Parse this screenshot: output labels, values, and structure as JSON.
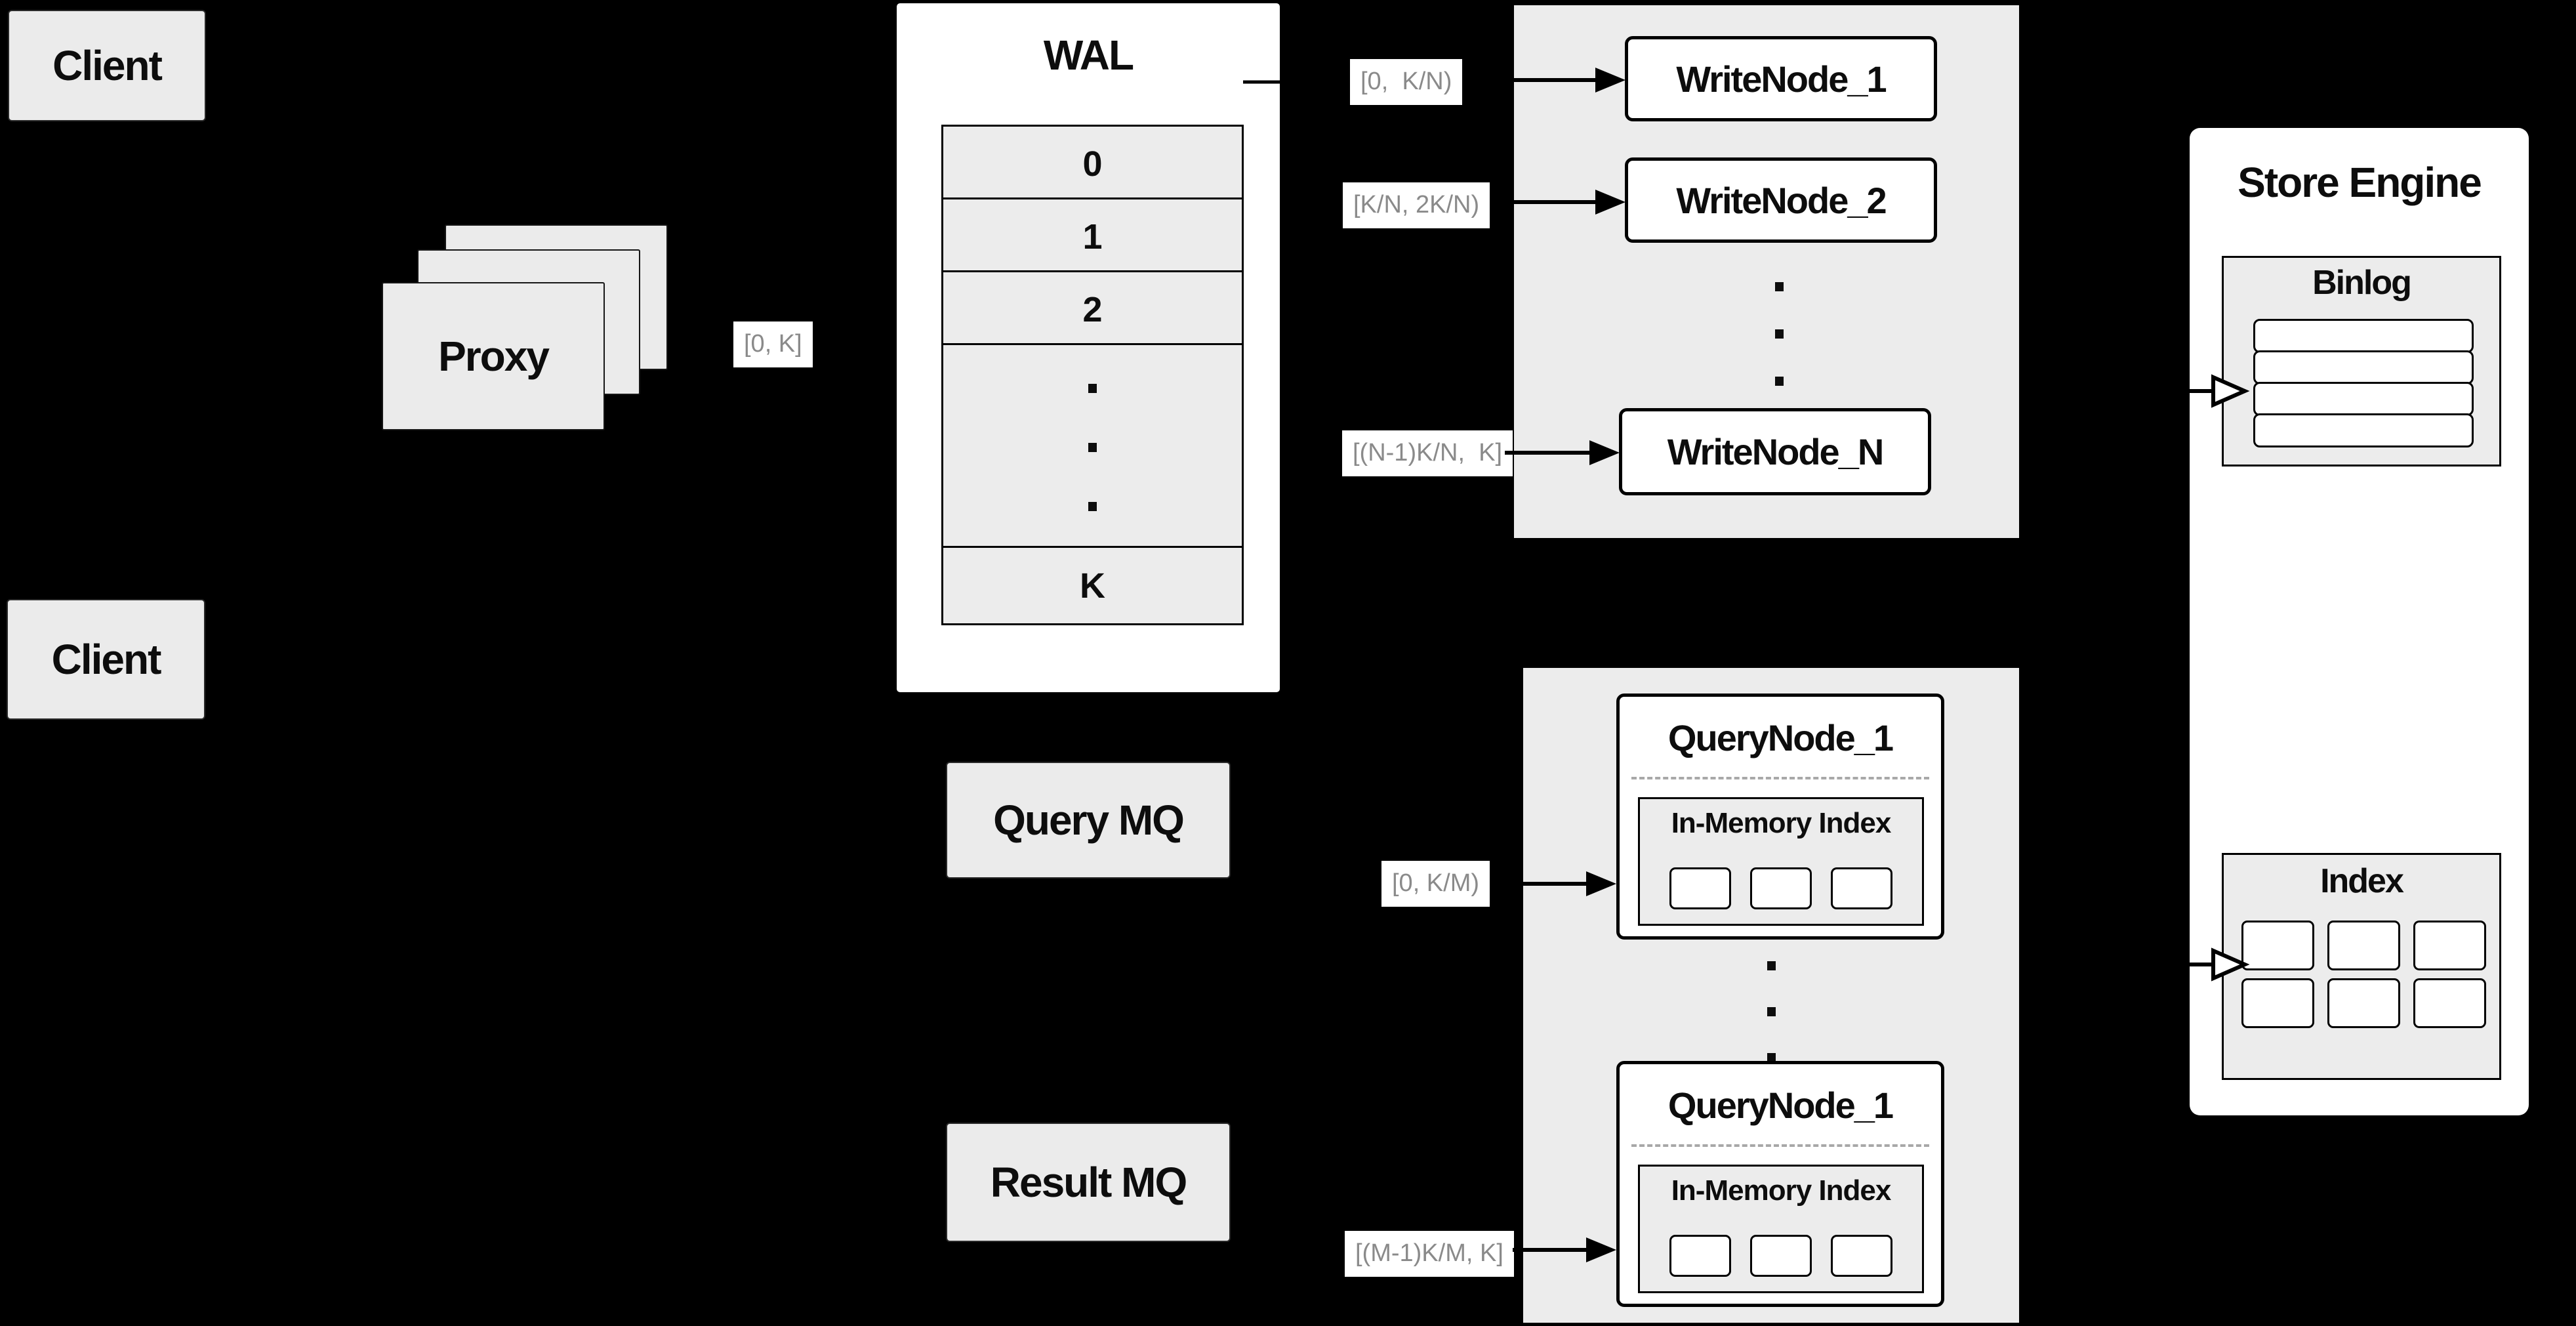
{
  "diagram": {
    "clients": {
      "top": "Client",
      "bottom": "Client"
    },
    "proxy": {
      "label": "Proxy",
      "range_label": "[0, K]"
    },
    "wal": {
      "title": "WAL",
      "slots": [
        "0",
        "1",
        "2",
        "K"
      ]
    },
    "write_nodes": {
      "range_labels": [
        "[0,  K/N)",
        "[K/N, 2K/N)",
        "[(N-1)K/N,  K]"
      ],
      "nodes": [
        "WriteNode_1",
        "WriteNode_2",
        "WriteNode_N"
      ]
    },
    "mq": {
      "query": "Query MQ",
      "result": "Result MQ"
    },
    "query_nodes": {
      "range_labels": [
        "[0, K/M)",
        "[(M-1)K/M, K]"
      ],
      "nodes": [
        {
          "title": "QueryNode_1",
          "index_title": "In-Memory Index"
        },
        {
          "title": "QueryNode_1",
          "index_title": "In-Memory Index"
        }
      ]
    },
    "store_engine": {
      "title": "Store Engine",
      "binlog_title": "Binlog",
      "index_title": "Index"
    },
    "colors": {
      "background": "#000000",
      "box_fill": "#ebebeb",
      "panel_fill": "#ececec",
      "white_fill": "#ffffff",
      "line": "#000000",
      "label_text": "#8a8a8a",
      "text": "#0d0d0d"
    }
  }
}
